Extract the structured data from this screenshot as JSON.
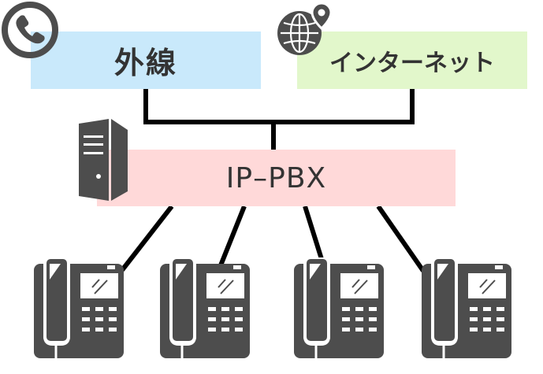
{
  "diagram": {
    "title": "IP-PBX network configuration",
    "nodes": {
      "outside_line": {
        "label": "外線",
        "icon": "phone-icon",
        "color": "#c9e9fb"
      },
      "internet": {
        "label": "インターネット",
        "icon": "globe-location-icon",
        "color": "#e2f7cb"
      },
      "pbx": {
        "label": "IP–PBX",
        "icon": "server-tower-icon",
        "color": "#ffd9d9"
      },
      "phones": [
        {
          "label": "",
          "icon": "desk-phone-icon"
        },
        {
          "label": "",
          "icon": "desk-phone-icon"
        },
        {
          "label": "",
          "icon": "desk-phone-icon"
        },
        {
          "label": "",
          "icon": "desk-phone-icon"
        }
      ]
    },
    "edges": [
      {
        "from": "outside_line",
        "to": "pbx"
      },
      {
        "from": "internet",
        "to": "pbx"
      },
      {
        "from": "pbx",
        "to": "phone-1"
      },
      {
        "from": "pbx",
        "to": "phone-2"
      },
      {
        "from": "pbx",
        "to": "phone-3"
      },
      {
        "from": "pbx",
        "to": "phone-4"
      }
    ],
    "colors": {
      "icon": "#4d4d4d",
      "line": "#000000",
      "text": "#333333"
    }
  }
}
